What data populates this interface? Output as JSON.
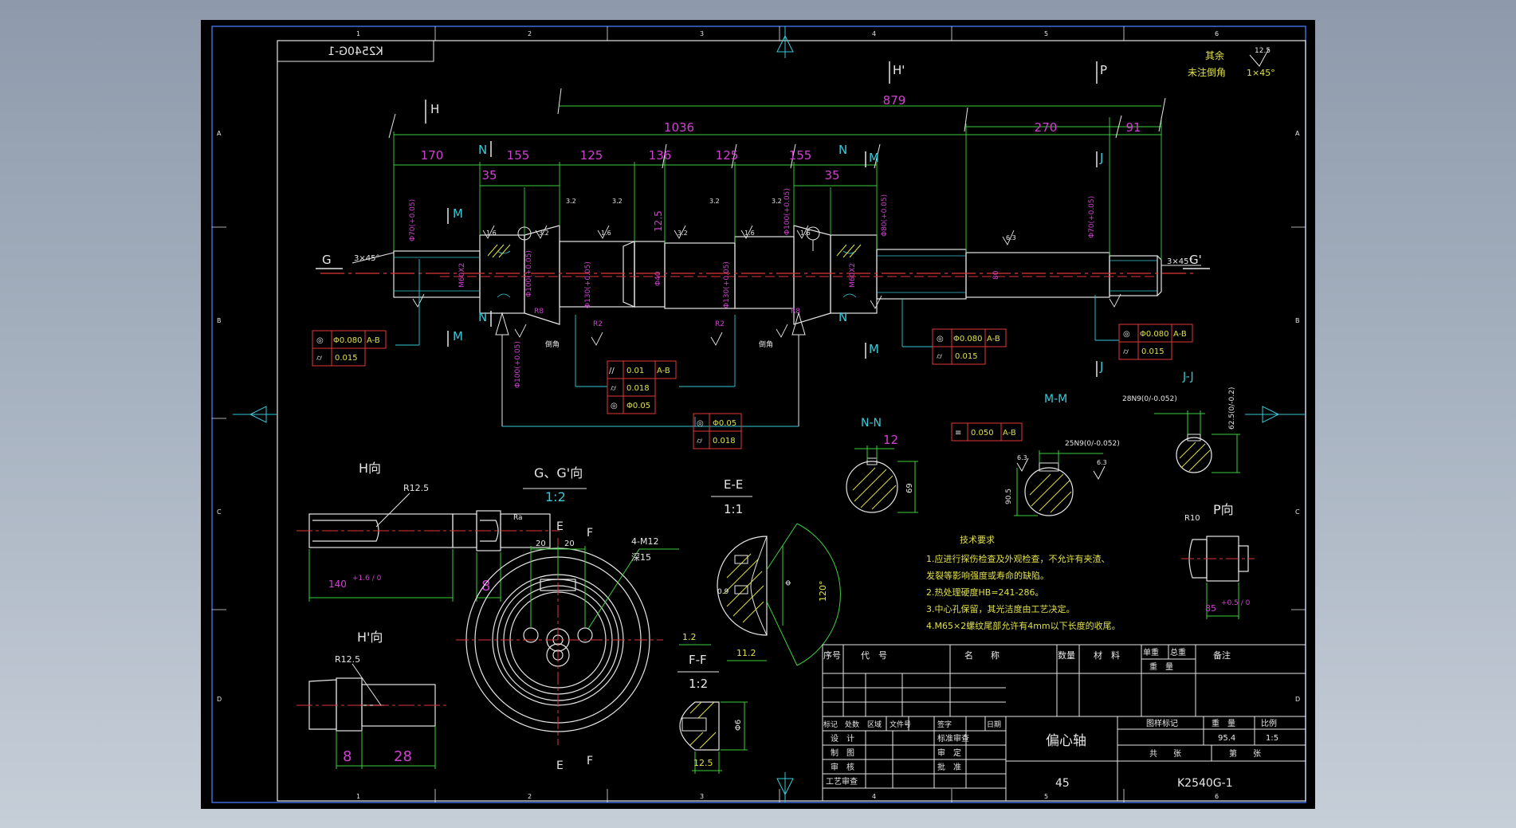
{
  "frame": {
    "code_box": "K2540G-1",
    "top_numbers": [
      "1",
      "2",
      "3",
      "4",
      "5",
      "6"
    ],
    "side_letters": [
      "A",
      "B",
      "C",
      "D"
    ]
  },
  "roughness_note": {
    "label_qiyu": "其余",
    "label_chamfer": "未注倒角",
    "roughness": "12.5",
    "chamfer": "1×45°"
  },
  "section_marks": {
    "H": "H",
    "Hp": "H'",
    "P": "P",
    "N": "N",
    "M": "M",
    "J": "J",
    "G": "G",
    "Gp": "G'",
    "E": "E",
    "F": "F"
  },
  "dims": {
    "overall_879": "879",
    "overall_1036": "1036",
    "d270": "270",
    "d91": "91",
    "d170": "170",
    "d155a": "155",
    "d125a": "125",
    "d136": "136",
    "d125b": "125",
    "d155b": "155",
    "d35a": "35",
    "d35b": "35",
    "chamfer_l": "3×45°",
    "chamfer_r": "3×45°",
    "d125v": "12.5",
    "d80": "80",
    "d40": "Φ40",
    "dia_left": "Φ70(+0.05)",
    "dia_cone1": "Φ100(+0.05)",
    "dia_eccA": "Φ130(+0.05)",
    "dia_eccB": "Φ130(+0.05)",
    "dia_cone2": "Φ100(+0.05)",
    "dia_mid": "Φ80(+0.05)",
    "dia_right": "Φ70(+0.05)",
    "thread_l": "M60X2",
    "thread_r": "M60X2",
    "dia_b1": "Φ100(+0.05)",
    "r8a": "R8",
    "r8b": "R8",
    "r2a": "R2",
    "r2b": "R2",
    "small_a": "1.6",
    "small_b": "3.2",
    "small_c": "6.3",
    "daojiao": "倒角"
  },
  "tolerances": [
    {
      "rows": [
        {
          "sym": "◎",
          "val": "Φ0.080",
          "ref": "A-B"
        },
        {
          "sym": "⌭",
          "val": "0.015",
          "ref": ""
        }
      ]
    },
    {
      "rows": [
        {
          "sym": "//",
          "val": "0.01",
          "ref": "A-B"
        },
        {
          "sym": "⌭",
          "val": "0.018",
          "ref": ""
        },
        {
          "sym": "◎",
          "val": "Φ0.05",
          "ref": ""
        }
      ]
    },
    {
      "rows": [
        {
          "sym": "◎",
          "val": "Φ0.05",
          "ref": ""
        },
        {
          "sym": "⌭",
          "val": "0.018",
          "ref": ""
        }
      ]
    },
    {
      "rows": [
        {
          "sym": "◎",
          "val": "Φ0.080",
          "ref": "A-B"
        },
        {
          "sym": "⌭",
          "val": "0.015",
          "ref": ""
        }
      ]
    },
    {
      "rows": [
        {
          "sym": "◎",
          "val": "Φ0.080",
          "ref": "A-B"
        },
        {
          "sym": "⌭",
          "val": "0.015",
          "ref": ""
        }
      ]
    },
    {
      "rows": [
        {
          "sym": "≡",
          "val": "0.050",
          "ref": "A-B"
        }
      ]
    }
  ],
  "views": {
    "h_view": {
      "title": "H向",
      "r": "R12.5",
      "dim1": "140",
      "tol1": "+1.6 / 0",
      "dim2": "8",
      "small": "Ra"
    },
    "hp_view": {
      "title": "H'向",
      "r": "R12.5",
      "dim1": "8",
      "dim2": "28"
    },
    "g_view": {
      "title": "G、G'向",
      "scale": "1:2",
      "d20a": "20",
      "d20b": "20",
      "holes": "4-M12",
      "depth": "深15"
    },
    "ee": {
      "title": "E-E",
      "scale": "1:1",
      "d1": "0.9",
      "d2": "Φ",
      "d3": "120°",
      "d4": "1.2",
      "d5": "11.2"
    },
    "ff": {
      "title": "F-F",
      "scale": "1:2",
      "d1": "12.5",
      "d2": "Φ6"
    },
    "nn": {
      "title": "N-N",
      "dim": "12",
      "dim2": "69"
    },
    "mm": {
      "title": "M-M",
      "key": "25N9(0/-0.052)",
      "d1": "6.3",
      "d2": "6.3",
      "d3": "90.5"
    },
    "jj": {
      "title": "J-J",
      "key": "28N9(0/-0.052)",
      "d1": "62.5(0/-0.2)"
    },
    "p_view": {
      "title": "P向",
      "r": "R10",
      "dim": "85",
      "tol": "+0.5 / 0"
    }
  },
  "notes": {
    "title": "技术要求",
    "lines": [
      "1.应进行探伤检查及外观检查，不允许有夹渣、",
      "发裂等影响强度或寿命的缺陷。",
      "2.热处理硬度HB=241-286。",
      "3.中心孔保留，其光洁度由工艺决定。",
      "4.M65×2螺纹尾部允许有4mm以下长度的收尾。"
    ]
  },
  "title_block": {
    "col_xuhao": "序号",
    "col_daihao": "代　号",
    "col_name": "名　　称",
    "col_qty": "数量",
    "col_mat": "材　料",
    "col_dz": "单重",
    "col_zz": "总重",
    "col_weight": "重　量",
    "col_remark": "备注",
    "rev_row": [
      "标记",
      "处数",
      "区域",
      "文件号",
      "签字",
      "日期"
    ],
    "sheji": "设　计",
    "zhitu": "制　图",
    "shenhe": "审　核",
    "gongyi": "工艺审查",
    "bzsc": "标准审查",
    "shending": "审　定",
    "pizhun": "批　准",
    "part_name": "偏心轴",
    "material": "45",
    "drawing_no": "K2540G-1",
    "tybj": "图样标记",
    "zl": "重　量",
    "bl": "比例",
    "weight_val": "95.4",
    "scale_val": "1:5",
    "gong": "共　　张",
    "di": "第　　张"
  }
}
